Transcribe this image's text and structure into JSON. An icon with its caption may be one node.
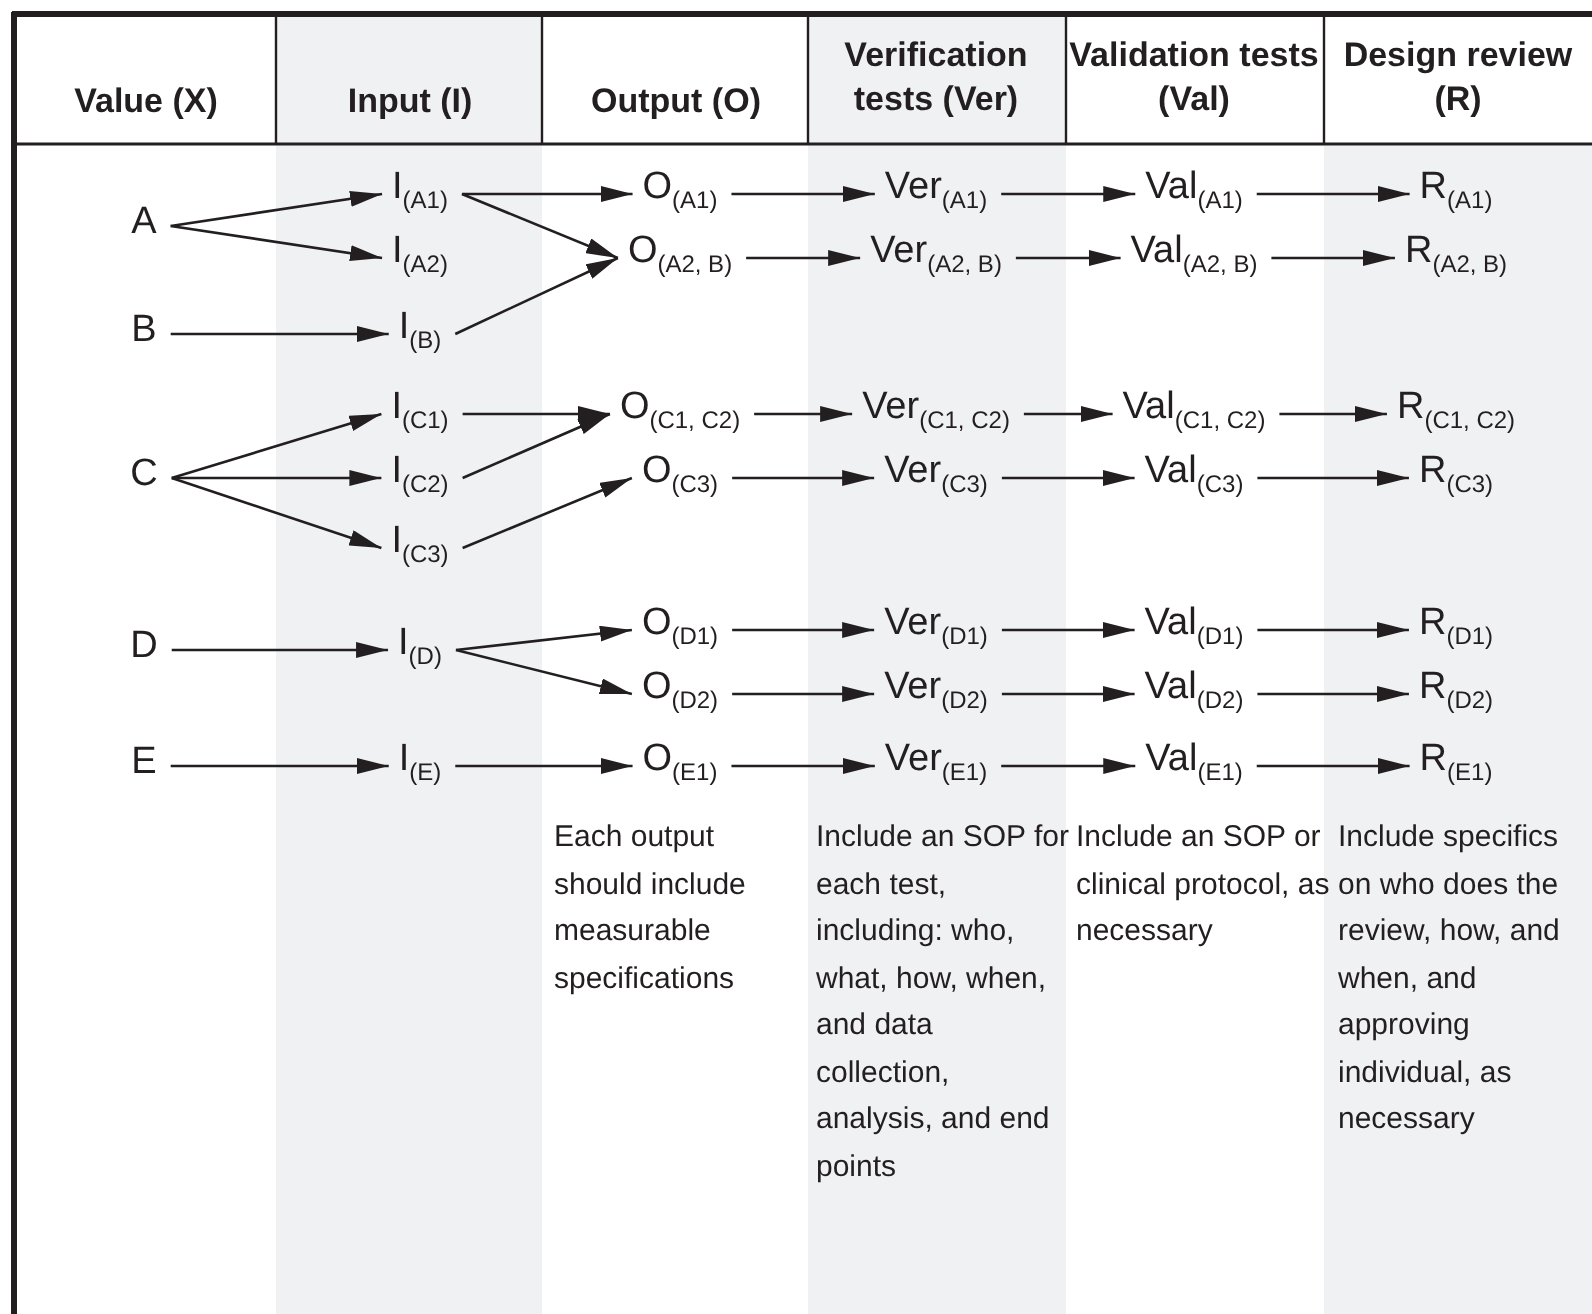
{
  "diagram": {
    "nodes": [
      {
        "text": [
          "A"
        ]
      },
      {
        "text": [
          "B"
        ]
      },
      {
        "text": [
          "C"
        ]
      },
      {
        "text": [
          "D"
        ]
      },
      {
        "text": [
          "E"
        ]
      },
      {
        "text": [
          "I$_{(A1)}$"
        ]
      },
      {
        "text": [
          "I$_{(A2)}$"
        ]
      },
      {
        "text": [
          "I$_{(B)}$"
        ]
      },
      {
        "text": [
          "I$_{(C1)}$"
        ]
      },
      {
        "text": [
          "I$_{(C2)}$"
        ]
      },
      {
        "text": [
          "I$_{(C3)}$"
        ]
      },
      {
        "text": [
          "I$_{(D)}$"
        ]
      },
      {
        "text": [
          "I$_{(E)}$"
        ]
      },
      {
        "text": [
          "O$_{(A1)}$"
        ]
      },
      {
        "text": [
          "O$_{(A2, B)}$"
        ]
      },
      {
        "text": [
          "O$_{(C1, C2)}$"
        ]
      },
      {
        "text": [
          "O$_{(C3)}$"
        ]
      },
      {
        "text": [
          "O$_{(D1)}$"
        ]
      },
      {
        "text": [
          "O$_{(D2)}$"
        ]
      },
      {
        "text": [
          "O$_{(E1)}$"
        ]
      },
      {
        "text": [
          "Ver$_{(A1)}$"
        ]
      },
      {
        "text": [
          "Ver$_{(A2, B)}$"
        ]
      },
      {
        "text": [
          "Ver$_{(C1, C2)}$"
        ]
      },
      {
        "text": [
          "Ver$_{(C3)}$"
        ]
      },
      {
        "text": [
          "Ver$_{(D1)}$"
        ]
      },
      {
        "text": [
          "Ver$_{(D2)}$"
        ]
      },
      {
        "text": [
          "Ver$_{(E1)}$"
        ]
      },
      {
        "text": [
          "Val$_{(A1)}$"
        ]
      },
      {
        "text": [
          "Val$_{(A2, B)}$"
        ]
      },
      {
        "text": [
          "Val$_{(C1, C2)}$"
        ]
      },
      {
        "text": [
          "Val$_{(C3)}$"
        ]
      },
      {
        "text": [
          "Val$_{(D1)}$"
        ]
      },
      {
        "text": [
          "Val$_{(D2)}$"
        ]
      },
      {
        "text": [
          "Val$_{(E1)}$"
        ]
      },
      {
        "text": [
          "R$_{(A1)}$"
        ]
      },
      {
        "text": [
          "R$_{(A2, B)}$"
        ]
      },
      {
        "text": [
          "R$_{(C1, C2)}$"
        ]
      },
      {
        "text": [
          "R$_{(C3)}$"
        ]
      },
      {
        "text": [
          "R$_{(D1)}$"
        ]
      },
      {
        "text": [
          "R$_{(D2)}$"
        ]
      },
      {
        "text": [
          "R$_{(E1)}$"
        ]
      }
    ],
    "edges": [
      {
        "from": 0,
        "to": 5,
        "arrow": "to"
      },
      {
        "from": 0,
        "to": 6,
        "arrow": "to"
      },
      {
        "from": 1,
        "to": 7,
        "arrow": "to"
      },
      {
        "from": 2,
        "to": 8,
        "arrow": "to"
      },
      {
        "from": 2,
        "to": 9,
        "arrow": "to"
      },
      {
        "from": 2,
        "to": 10,
        "arrow": "to"
      },
      {
        "from": 3,
        "to": 11,
        "arrow": "to"
      },
      {
        "from": 4,
        "to": 12,
        "arrow": "to"
      },
      {
        "from": 5,
        "to": 13,
        "arrow": "to"
      },
      {
        "from": 5,
        "to": 14,
        "arrow": "to"
      },
      {
        "from": 7,
        "to": 14,
        "arrow": "to"
      },
      {
        "from": 8,
        "to": 15,
        "arrow": "to"
      },
      {
        "from": 9,
        "to": 15,
        "arrow": "to"
      },
      {
        "from": 10,
        "to": 16,
        "arrow": "to"
      },
      {
        "from": 11,
        "to": 17,
        "arrow": "to"
      },
      {
        "from": 11,
        "to": 18,
        "arrow": "to"
      },
      {
        "from": 12,
        "to": 19,
        "arrow": "to"
      },
      {
        "from": 13,
        "to": 20,
        "arrow": "to"
      },
      {
        "from": 14,
        "to": 21,
        "arrow": "to"
      },
      {
        "from": 15,
        "to": 22,
        "arrow": "to"
      },
      {
        "from": 16,
        "to": 23,
        "arrow": "to"
      },
      {
        "from": 17,
        "to": 24,
        "arrow": "to"
      },
      {
        "from": 18,
        "to": 25,
        "arrow": "to"
      },
      {
        "from": 19,
        "to": 26,
        "arrow": "to"
      },
      {
        "from": 20,
        "to": 27,
        "arrow": "to"
      },
      {
        "from": 21,
        "to": 28,
        "arrow": "to"
      },
      {
        "from": 22,
        "to": 29,
        "arrow": "to"
      },
      {
        "from": 23,
        "to": 30,
        "arrow": "to"
      },
      {
        "from": 24,
        "to": 31,
        "arrow": "to"
      },
      {
        "from": 25,
        "to": 32,
        "arrow": "to"
      },
      {
        "from": 26,
        "to": 33,
        "arrow": "to"
      },
      {
        "from": 27,
        "to": 34,
        "arrow": "to"
      },
      {
        "from": 28,
        "to": 35,
        "arrow": "to"
      },
      {
        "from": 29,
        "to": 36,
        "arrow": "to"
      },
      {
        "from": 30,
        "to": 37,
        "arrow": "to"
      },
      {
        "from": 31,
        "to": 38,
        "arrow": "to"
      },
      {
        "from": 32,
        "to": 39,
        "arrow": "to"
      },
      {
        "from": 33,
        "to": 40,
        "arrow": "to"
      }
    ],
    "labels": [
      "Value (X)",
      "Input (I)",
      "Output (O)",
      "Verification tests (Ver)",
      "Validation tests (Val)",
      "Design review (R)",
      "Each output should include measurable specifications",
      "Include an SOP for each test, including: who, what, how, when, and data collection, analysis, and end points",
      "Include an SOP or clinical protocol, as necessary",
      "Include specifics on who does the review, how, and when, and approving individual, as necessary"
    ]
  }
}
